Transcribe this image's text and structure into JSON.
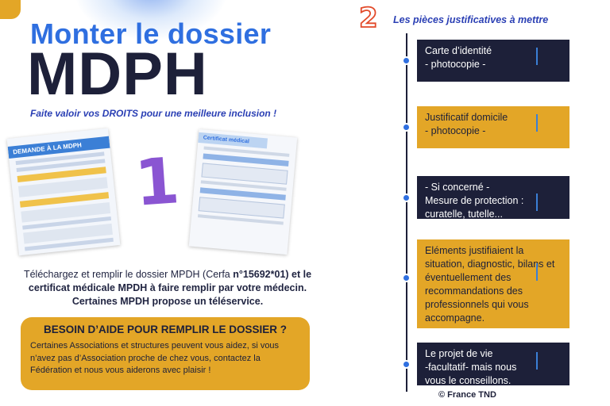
{
  "header": {
    "title_top": "Monter le dossier",
    "title_main": "MDPH",
    "tagline": "Faite valoir vos DROITS pour une meilleure inclusion !"
  },
  "forms": {
    "form1_header": "DEMANDE À LA MDPH",
    "form2_header": "Certificat médical"
  },
  "step1_number": "1",
  "body": {
    "line1_prefix": "Téléchargez et remplir le dossier MPDH (Cerfa ",
    "line1_bold": "n°15692*01) et le",
    "line2": "certificat médicale MPDH à faire remplir par votre médecin.",
    "line3": "Certaines MPDH propose un téléservice."
  },
  "help": {
    "title": "BESOIN D’AIDE POUR REMPLIR LE DOSSIER ?",
    "text": "Certaines Associations et structures peuvent vous aidez, si vous n’avez pas d’Association proche de chez vous, contactez la Fédération et nous vous aiderons avec plaisir !"
  },
  "step2_number": "2",
  "right_title": "Les pièces justificatives à mettre",
  "cards": [
    {
      "line1": "Carte d’identité",
      "line2": "- photocopie -"
    },
    {
      "line1": "Justificatif domicile",
      "line2": "- photocopie -"
    },
    {
      "line1": "- Si concerné -",
      "line2": "Mesure de protection :",
      "line3": "curatelle, tutelle..."
    },
    {
      "text": "Eléments justifiaient la situation, diagnostic, bilans et éventuellement des recommandations des professionnels qui vous accompagne."
    },
    {
      "line1": "Le projet de vie",
      "line2": "-facultatif- mais nous",
      "line3": "vous le conseillons."
    }
  ],
  "copyright": "© France TND",
  "colors": {
    "blue": "#2f6fe0",
    "navy": "#1d2039",
    "gold": "#e3a627",
    "purple": "#8a55d2",
    "red": "#e24a2a"
  }
}
